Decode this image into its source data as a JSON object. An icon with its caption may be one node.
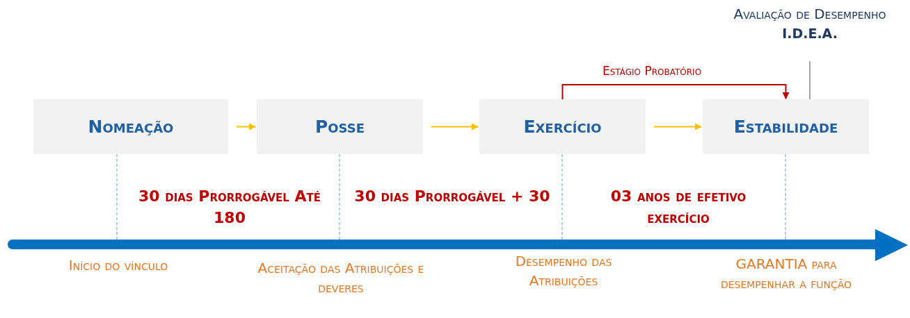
{
  "diagram": {
    "nodes": [
      {
        "text": [
          "Nomeação"
        ]
      },
      {
        "text": [
          "Posse"
        ]
      },
      {
        "text": [
          "Exercício"
        ]
      },
      {
        "text": [
          "Estabilidade"
        ]
      },
      {
        "text": [
          "Avaliação de Desempenho",
          "I.D.E.A."
        ]
      }
    ],
    "edges": [
      {
        "from": 0,
        "to": 1,
        "arrow": "to"
      },
      {
        "from": 1,
        "to": 2,
        "arrow": "to"
      },
      {
        "from": 2,
        "to": 3,
        "arrow": "to"
      },
      {
        "from": 2,
        "to": 3,
        "arrow": "to",
        "label": "Estágio Probatório",
        "color": "#c00000"
      },
      {
        "from": 4,
        "to": 3,
        "arrow": "none",
        "color": "#a6a6a6"
      }
    ],
    "labels": [
      "30 dias Prorrogável Até 180",
      "30 dias Prorrogável + 30",
      "03 anos de efetivo exercício",
      "Início do vínculo",
      "Aceitação das Atribuições e deveres",
      "Desempenho das Atribuições",
      "GARANTIA para desempenhar a função"
    ]
  }
}
